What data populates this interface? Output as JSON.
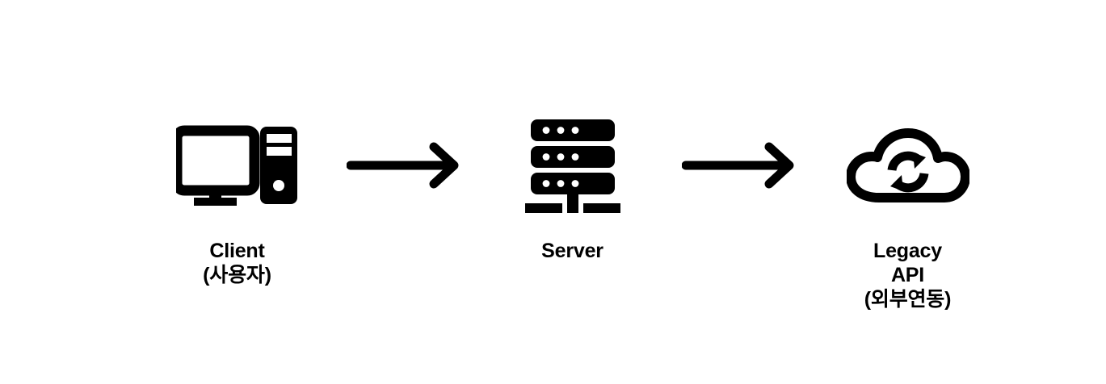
{
  "diagram": {
    "type": "flow",
    "orientation": "left-to-right",
    "background_color": "#ffffff",
    "foreground_color": "#000000",
    "nodes": [
      {
        "id": "client",
        "icon": "desktop-computer-icon",
        "label_lines": [
          "Client",
          "(사용자)"
        ]
      },
      {
        "id": "server",
        "icon": "server-rack-icon",
        "label_lines": [
          "Server"
        ]
      },
      {
        "id": "legacy-api",
        "icon": "cloud-sync-icon",
        "label_lines": [
          "Legacy",
          "API",
          "(외부연동)"
        ]
      }
    ],
    "connectors": [
      {
        "id": "client-to-server",
        "icon": "arrow-right-icon",
        "from": "client",
        "to": "server"
      },
      {
        "id": "server-to-legacy-api",
        "icon": "arrow-right-icon",
        "from": "server",
        "to": "legacy-api"
      }
    ]
  }
}
